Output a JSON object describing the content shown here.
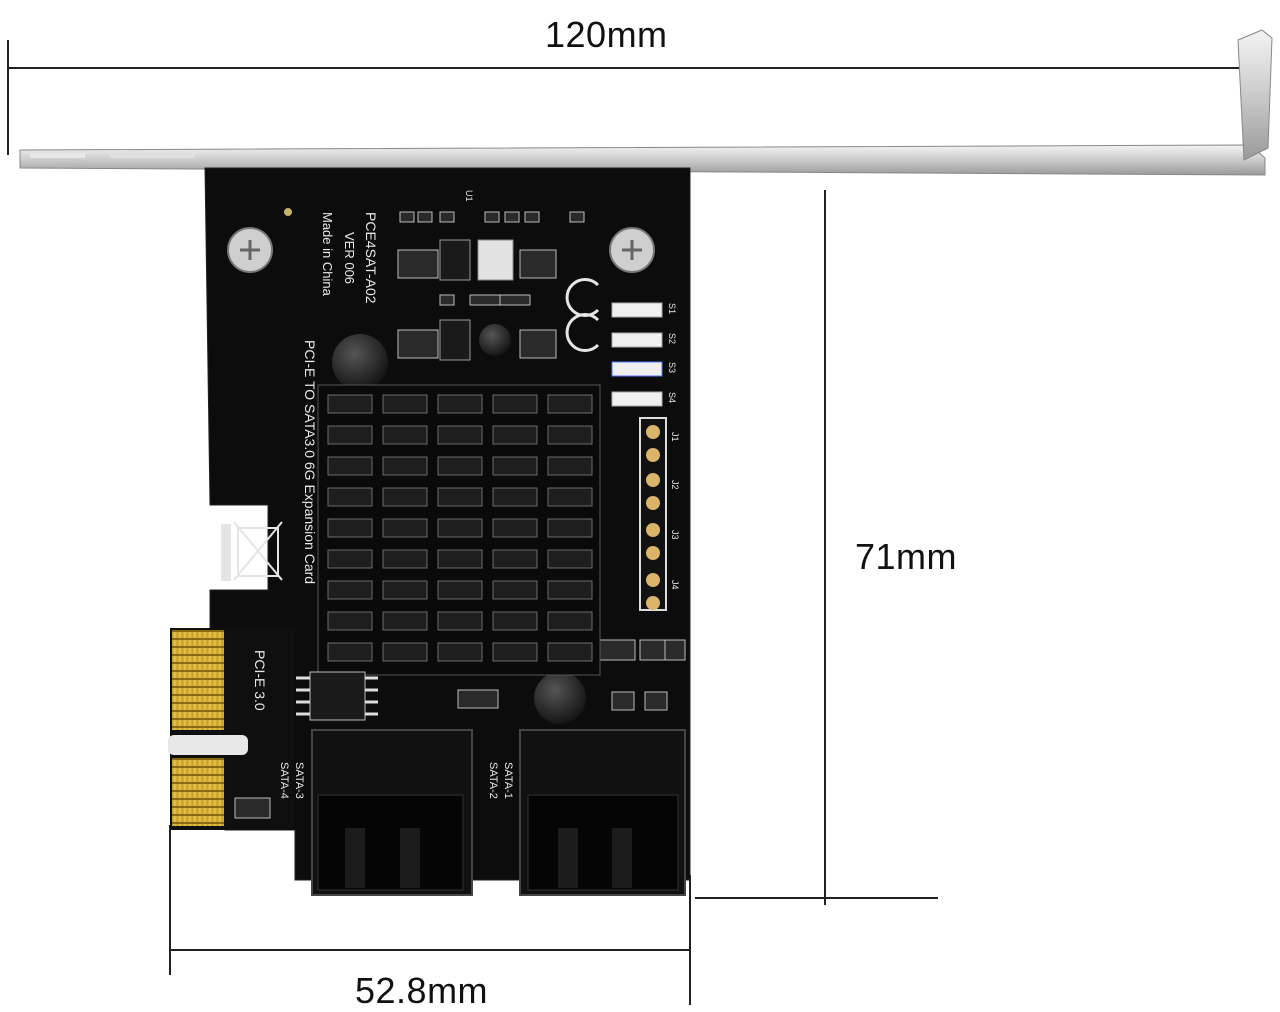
{
  "dimensions": {
    "width_label": "120mm",
    "height_label": "71mm",
    "depth_label": "52.8mm"
  },
  "pcb_silkscreen": {
    "model": "PCE4SAT-A02",
    "version": "VER 006",
    "origin": "Made in China",
    "description": "PCI-E TO SATA3.0 6G Expansion Card",
    "interface": "PCI-E 3.0",
    "ports": [
      "SATA-1",
      "SATA-2",
      "SATA-3",
      "SATA-4"
    ],
    "leds": [
      "S1",
      "S2",
      "S3",
      "S4"
    ],
    "headers": [
      "J1",
      "J2",
      "J3",
      "J4"
    ],
    "chip_label": "U1"
  },
  "colors": {
    "pcb": "#0c0c0c",
    "bracket": "#c9c9c9",
    "gold_fingers": "#d8b23a",
    "dimension_line": "#222222"
  }
}
